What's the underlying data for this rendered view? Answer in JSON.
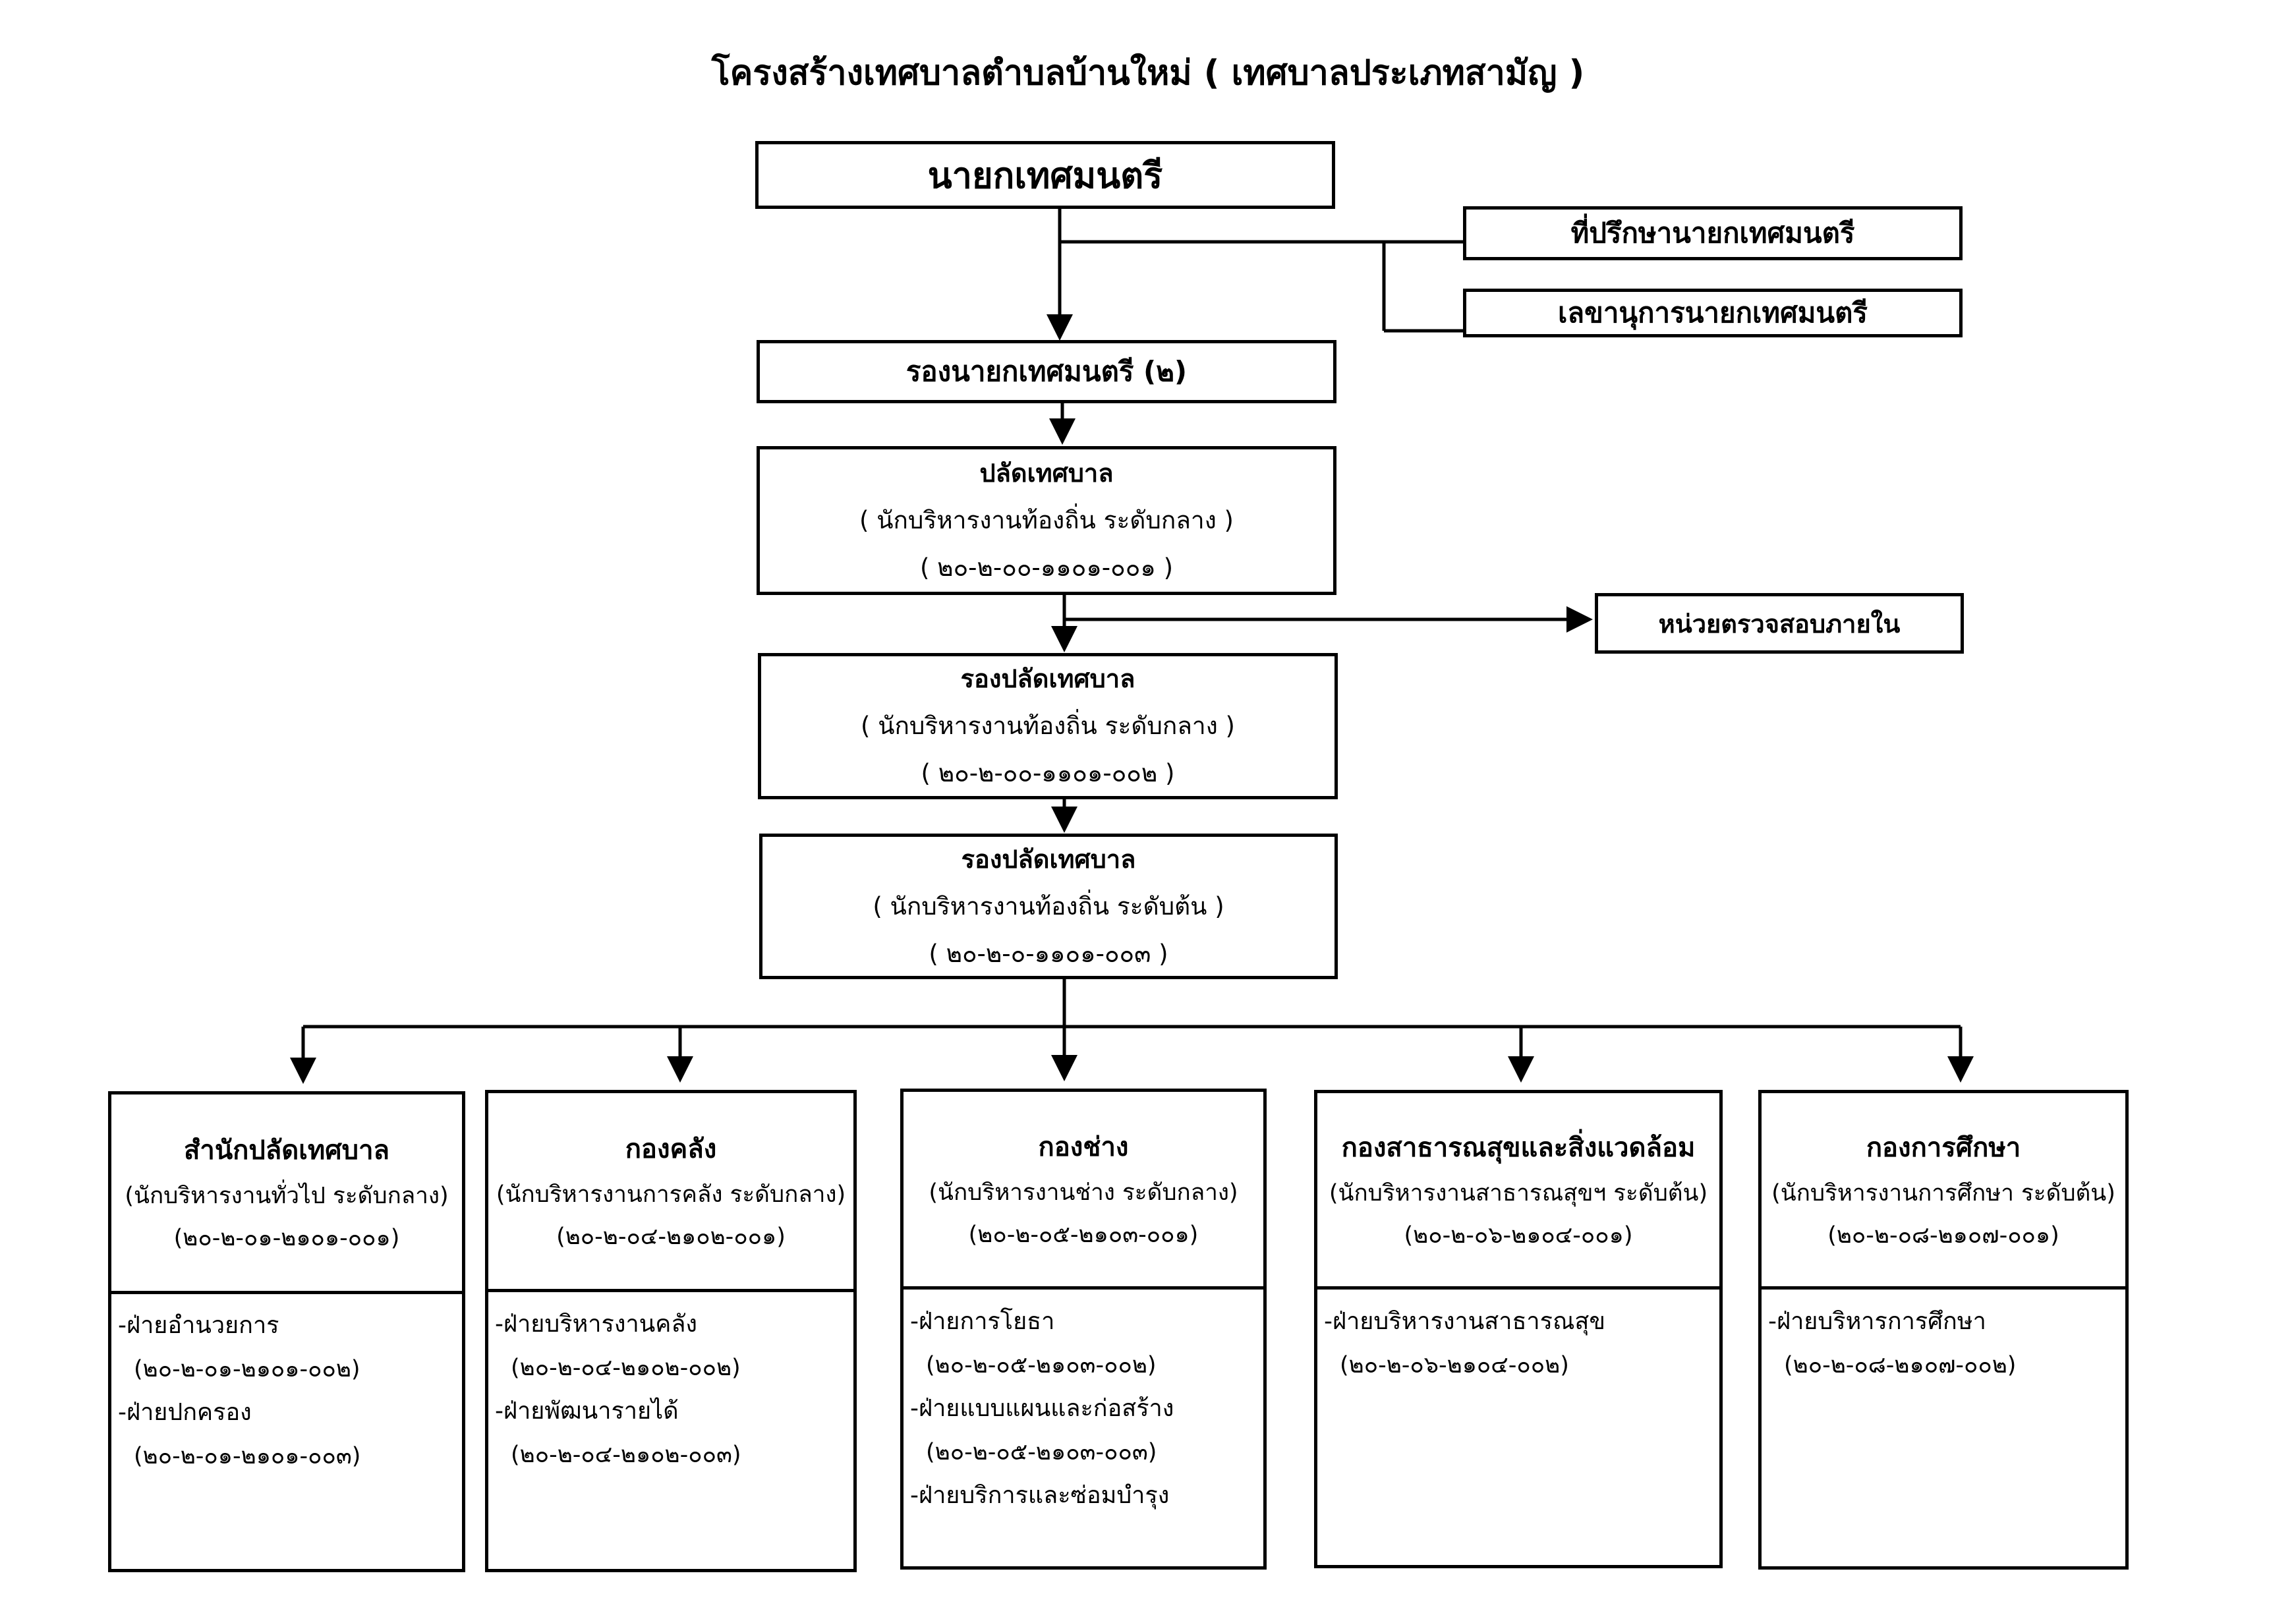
{
  "title": "โครงสร้างเทศบาลตำบลบ้านใหม่  ( เทศบาลประเภทสามัญ )",
  "mayor": {
    "label": "นายกเทศมนตรี"
  },
  "advisor": {
    "label": "ที่ปรึกษานายกเทศมนตรี"
  },
  "secretary": {
    "label": "เลขานุการนายกเทศมนตรี"
  },
  "deputy_mayor": {
    "label": "รองนายกเทศมนตรี (๒)"
  },
  "clerk": {
    "label": "ปลัดเทศบาล",
    "position": "( นักบริหารงานท้องถิ่น  ระดับกลาง )",
    "code": "( ๒๐-๒-๐๐-๑๑๐๑-๐๐๑ )"
  },
  "internal_audit": {
    "label": "หน่วยตรวจสอบภายใน"
  },
  "deputy_clerk_1": {
    "label": "รองปลัดเทศบาล",
    "position": "( นักบริหารงานท้องถิ่น  ระดับกลาง )",
    "code": "( ๒๐-๒-๐๐-๑๑๐๑-๐๐๒ )"
  },
  "deputy_clerk_2": {
    "label": "รองปลัดเทศบาล",
    "position": "( นักบริหารงานท้องถิ่น  ระดับต้น )",
    "code": "( ๒๐-๒-๐-๑๑๐๑-๐๐๓ )"
  },
  "divisions": [
    {
      "name": "สำนักปลัดเทศบาล",
      "position": "(นักบริหารงานทั่วไป ระดับกลาง)",
      "code": "(๒๐-๒-๐๑-๒๑๐๑-๐๐๑)",
      "sections": [
        {
          "name": "-ฝ่ายอำนวยการ",
          "code": "(๒๐-๒-๐๑-๒๑๐๑-๐๐๒)"
        },
        {
          "name": "-ฝ่ายปกครอง",
          "code": "(๒๐-๒-๐๑-๒๑๐๑-๐๐๓)"
        }
      ]
    },
    {
      "name": "กองคลัง",
      "position": "(นักบริหารงานการคลัง ระดับกลาง)",
      "code": "(๒๐-๒-๐๔-๒๑๐๒-๐๐๑)",
      "sections": [
        {
          "name": "-ฝ่ายบริหารงานคลัง",
          "code": "(๒๐-๒-๐๔-๒๑๐๒-๐๐๒)"
        },
        {
          "name": "-ฝ่ายพัฒนารายได้",
          "code": "(๒๐-๒-๐๔-๒๑๐๒-๐๐๓)"
        }
      ]
    },
    {
      "name": "กองช่าง",
      "position": "(นักบริหารงานช่าง ระดับกลาง)",
      "code": "(๒๐-๒-๐๕-๒๑๐๓-๐๐๑)",
      "sections": [
        {
          "name": "-ฝ่ายการโยธา",
          "code": "(๒๐-๒-๐๕-๒๑๐๓-๐๐๒)"
        },
        {
          "name": "-ฝ่ายแบบแผนและก่อสร้าง",
          "code": "(๒๐-๒-๐๕-๒๑๐๓-๐๐๓)"
        },
        {
          "name": "-ฝ่ายบริการและซ่อมบำรุง",
          "code": ""
        }
      ]
    },
    {
      "name": "กองสาธารณสุขและสิ่งแวดล้อม",
      "position": "(นักบริหารงานสาธารณสุขฯ ระดับต้น)",
      "code": "(๒๐-๒-๐๖-๒๑๐๔-๐๐๑)",
      "sections": [
        {
          "name": "-ฝ่ายบริหารงานสาธารณสุข",
          "code": "(๒๐-๒-๐๖-๒๑๐๔-๐๐๒)"
        }
      ]
    },
    {
      "name": "กองการศึกษา",
      "position": "(นักบริหารงานการศึกษา ระดับต้น)",
      "code": "(๒๐-๒-๐๘-๒๑๐๗-๐๐๑)",
      "sections": [
        {
          "name": "-ฝ่ายบริหารการศึกษา",
          "code": "(๒๐-๒-๐๘-๒๑๐๗-๐๐๒)"
        }
      ]
    }
  ]
}
